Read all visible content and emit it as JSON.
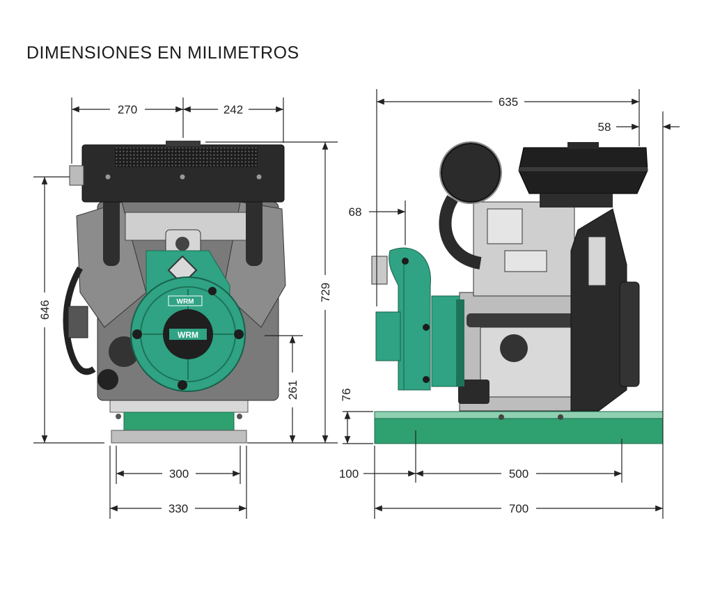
{
  "title": "DIMENSIONES EN MILIMETROS",
  "colors": {
    "pump_green": "#2fa383",
    "base_green": "#2fa070",
    "engine_dark": "#2a2a2a",
    "metal": "#bdbdbd"
  },
  "front_view": {
    "dims": {
      "left_width": "270",
      "right_width": "242",
      "height_body": "646",
      "height_total": "729",
      "outlet_height": "261",
      "base_inner": "300",
      "base_outer": "330"
    },
    "logos": {
      "nameplate": "WRM",
      "hub": "WRM"
    }
  },
  "side_view": {
    "dims": {
      "overall_length": "635",
      "rear_offset": "58",
      "inlet_offset": "68",
      "base_height": "76",
      "front_offset": "100",
      "hole_spacing": "500",
      "base_length": "700"
    }
  }
}
